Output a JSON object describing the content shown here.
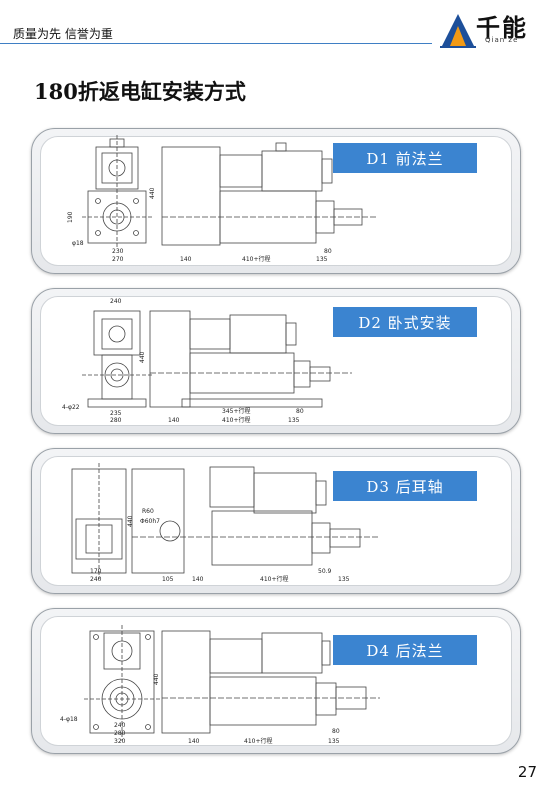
{
  "header": {
    "tagline": "质量为先 信誉为重",
    "logo_text": "千能",
    "logo_sub": "Qian ze"
  },
  "page_title": "180折返电缸安装方式",
  "panels": [
    {
      "badge": "D1  前法兰",
      "dims": {
        "d1": "230",
        "d2": "270",
        "d3": "φ18",
        "d4": "190",
        "d5": "140",
        "d6": "410+行程",
        "d7": "135",
        "d8": "80",
        "d9": "440"
      }
    },
    {
      "badge": "D2  卧式安装",
      "dims": {
        "d1": "240",
        "d2": "235",
        "d3": "280",
        "d4": "4-φ22",
        "d5": "140",
        "d6": "345+行程",
        "d7": "410+行程",
        "d8": "135",
        "d9": "80",
        "d10": "440"
      }
    },
    {
      "badge": "D3  后耳轴",
      "dims": {
        "d1": "170",
        "d2": "240",
        "d3": "R60",
        "d4": "Φ60h7",
        "d5": "105",
        "d6": "140",
        "d7": "410+行程",
        "d8": "135",
        "d9": "50.9",
        "d10": "440"
      }
    },
    {
      "badge": "D4  后法兰",
      "dims": {
        "d1": "240",
        "d2": "280",
        "d3": "320",
        "d4": "4-φ18",
        "d5": "140",
        "d6": "410+行程",
        "d7": "135",
        "d8": "80",
        "d9": "440"
      }
    }
  ],
  "page_number": "27",
  "colors": {
    "accent": "#3b84d0",
    "rule": "#3f7fc4"
  }
}
